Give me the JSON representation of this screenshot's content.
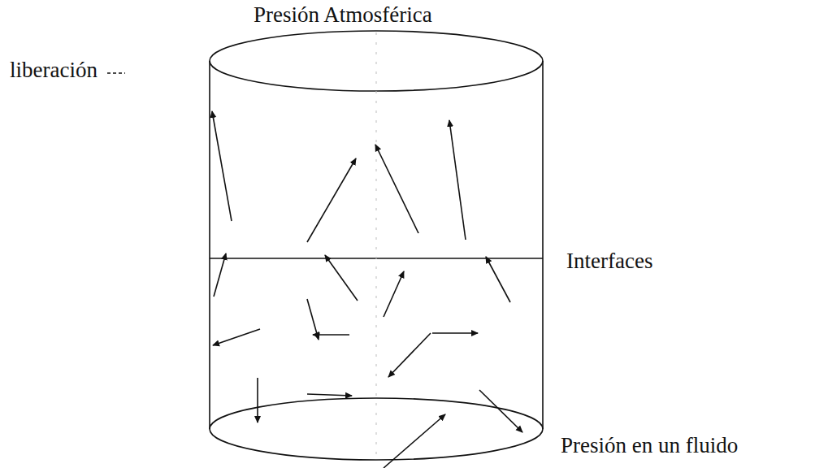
{
  "diagram": {
    "labels": [
      "Presión Atmosférica",
      "liberación",
      "Interfaces",
      "Presión en un fluido"
    ]
  }
}
